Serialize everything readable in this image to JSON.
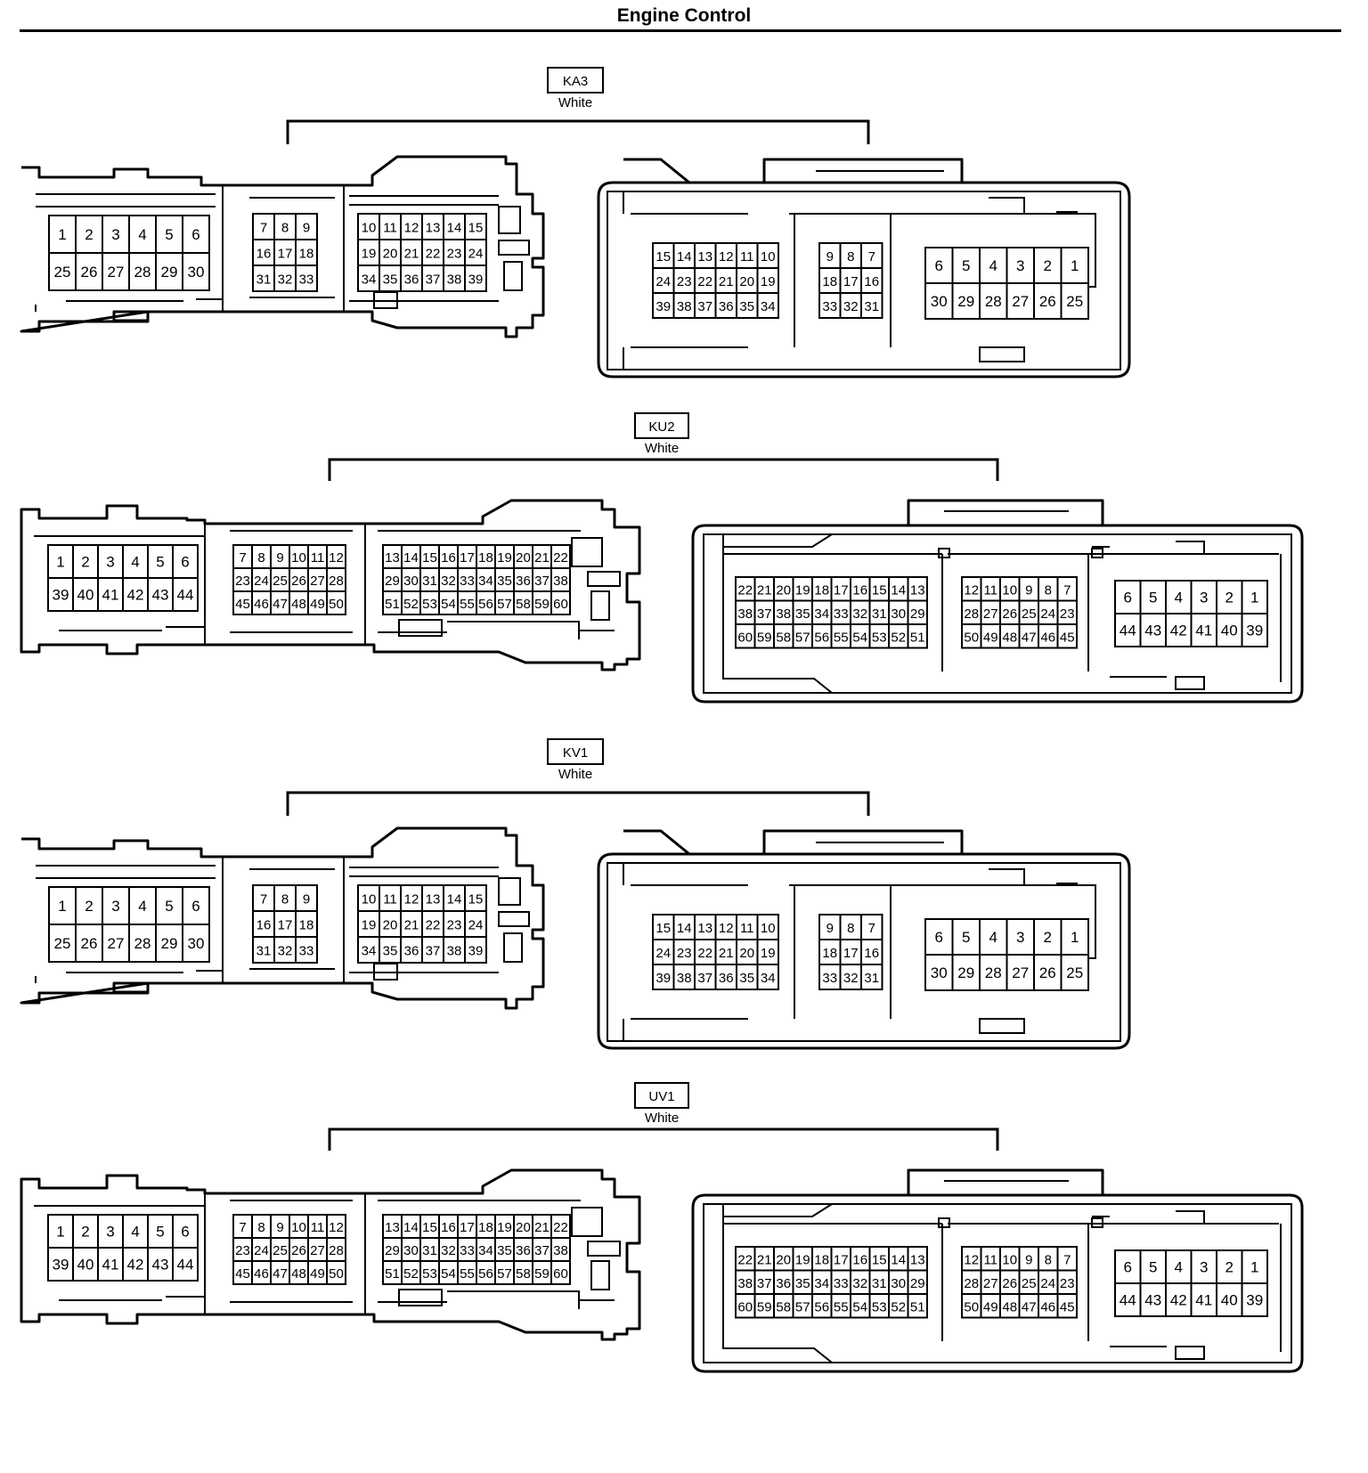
{
  "page": {
    "title": "Engine Control"
  },
  "connectors": [
    {
      "code": "KA3",
      "color": "White",
      "variant": "small",
      "female": [
        [
          [
            "1",
            "2",
            "3",
            "4",
            "5",
            "6"
          ],
          [
            "25",
            "26",
            "27",
            "28",
            "29",
            "30"
          ]
        ],
        [
          [
            "7",
            "8",
            "9"
          ],
          [
            "16",
            "17",
            "18"
          ],
          [
            "31",
            "32",
            "33"
          ]
        ],
        [
          [
            "10",
            "11",
            "12",
            "13",
            "14",
            "15"
          ],
          [
            "19",
            "20",
            "21",
            "22",
            "23",
            "24"
          ],
          [
            "34",
            "35",
            "36",
            "37",
            "38",
            "39"
          ]
        ]
      ],
      "male": [
        [
          [
            "15",
            "14",
            "13",
            "12",
            "11",
            "10"
          ],
          [
            "24",
            "23",
            "22",
            "21",
            "20",
            "19"
          ],
          [
            "39",
            "38",
            "37",
            "36",
            "35",
            "34"
          ]
        ],
        [
          [
            "9",
            "8",
            "7"
          ],
          [
            "18",
            "17",
            "16"
          ],
          [
            "33",
            "32",
            "31"
          ]
        ],
        [
          [
            "6",
            "5",
            "4",
            "3",
            "2",
            "1"
          ],
          [
            "30",
            "29",
            "28",
            "27",
            "26",
            "25"
          ]
        ]
      ]
    },
    {
      "code": "KU2",
      "color": "White",
      "variant": "large",
      "female": [
        [
          [
            "1",
            "2",
            "3",
            "4",
            "5",
            "6"
          ],
          [
            "39",
            "40",
            "41",
            "42",
            "43",
            "44"
          ]
        ],
        [
          [
            "7",
            "8",
            "9",
            "10",
            "11",
            "12"
          ],
          [
            "23",
            "24",
            "25",
            "26",
            "27",
            "28"
          ],
          [
            "45",
            "46",
            "47",
            "48",
            "49",
            "50"
          ]
        ],
        [
          [
            "13",
            "14",
            "15",
            "16",
            "17",
            "18",
            "19",
            "20",
            "21",
            "22"
          ],
          [
            "29",
            "30",
            "31",
            "32",
            "33",
            "34",
            "35",
            "36",
            "37",
            "38"
          ],
          [
            "51",
            "52",
            "53",
            "54",
            "55",
            "56",
            "57",
            "58",
            "59",
            "60"
          ]
        ]
      ],
      "male": [
        [
          [
            "22",
            "21",
            "20",
            "19",
            "18",
            "17",
            "16",
            "15",
            "14",
            "13"
          ],
          [
            "38",
            "37",
            "38",
            "35",
            "34",
            "33",
            "32",
            "31",
            "30",
            "29"
          ],
          [
            "60",
            "59",
            "58",
            "57",
            "56",
            "55",
            "54",
            "53",
            "52",
            "51"
          ]
        ],
        [
          [
            "12",
            "11",
            "10",
            "9",
            "8",
            "7"
          ],
          [
            "28",
            "27",
            "26",
            "25",
            "24",
            "23"
          ],
          [
            "50",
            "49",
            "48",
            "47",
            "46",
            "45"
          ]
        ],
        [
          [
            "6",
            "5",
            "4",
            "3",
            "2",
            "1"
          ],
          [
            "44",
            "43",
            "42",
            "41",
            "40",
            "39"
          ]
        ]
      ]
    },
    {
      "code": "KV1",
      "color": "White",
      "variant": "small",
      "female": [
        [
          [
            "1",
            "2",
            "3",
            "4",
            "5",
            "6"
          ],
          [
            "25",
            "26",
            "27",
            "28",
            "29",
            "30"
          ]
        ],
        [
          [
            "7",
            "8",
            "9"
          ],
          [
            "16",
            "17",
            "18"
          ],
          [
            "31",
            "32",
            "33"
          ]
        ],
        [
          [
            "10",
            "11",
            "12",
            "13",
            "14",
            "15"
          ],
          [
            "19",
            "20",
            "21",
            "22",
            "23",
            "24"
          ],
          [
            "34",
            "35",
            "36",
            "37",
            "38",
            "39"
          ]
        ]
      ],
      "male": [
        [
          [
            "15",
            "14",
            "13",
            "12",
            "11",
            "10"
          ],
          [
            "24",
            "23",
            "22",
            "21",
            "20",
            "19"
          ],
          [
            "39",
            "38",
            "37",
            "36",
            "35",
            "34"
          ]
        ],
        [
          [
            "9",
            "8",
            "7"
          ],
          [
            "18",
            "17",
            "16"
          ],
          [
            "33",
            "32",
            "31"
          ]
        ],
        [
          [
            "6",
            "5",
            "4",
            "3",
            "2",
            "1"
          ],
          [
            "30",
            "29",
            "28",
            "27",
            "26",
            "25"
          ]
        ]
      ]
    },
    {
      "code": "UV1",
      "color": "White",
      "variant": "large",
      "female": [
        [
          [
            "1",
            "2",
            "3",
            "4",
            "5",
            "6"
          ],
          [
            "39",
            "40",
            "41",
            "42",
            "43",
            "44"
          ]
        ],
        [
          [
            "7",
            "8",
            "9",
            "10",
            "11",
            "12"
          ],
          [
            "23",
            "24",
            "25",
            "26",
            "27",
            "28"
          ],
          [
            "45",
            "46",
            "47",
            "48",
            "49",
            "50"
          ]
        ],
        [
          [
            "13",
            "14",
            "15",
            "16",
            "17",
            "18",
            "19",
            "20",
            "21",
            "22"
          ],
          [
            "29",
            "30",
            "31",
            "32",
            "33",
            "34",
            "35",
            "36",
            "37",
            "38"
          ],
          [
            "51",
            "52",
            "53",
            "54",
            "55",
            "56",
            "57",
            "58",
            "59",
            "60"
          ]
        ]
      ],
      "male": [
        [
          [
            "22",
            "21",
            "20",
            "19",
            "18",
            "17",
            "16",
            "15",
            "14",
            "13"
          ],
          [
            "38",
            "37",
            "36",
            "35",
            "34",
            "33",
            "32",
            "31",
            "30",
            "29"
          ],
          [
            "60",
            "59",
            "58",
            "57",
            "56",
            "55",
            "54",
            "53",
            "52",
            "51"
          ]
        ],
        [
          [
            "12",
            "11",
            "10",
            "9",
            "8",
            "7"
          ],
          [
            "28",
            "27",
            "26",
            "25",
            "24",
            "23"
          ],
          [
            "50",
            "49",
            "48",
            "47",
            "46",
            "45"
          ]
        ],
        [
          [
            "6",
            "5",
            "4",
            "3",
            "2",
            "1"
          ],
          [
            "44",
            "43",
            "42",
            "41",
            "40",
            "39"
          ]
        ]
      ]
    }
  ]
}
